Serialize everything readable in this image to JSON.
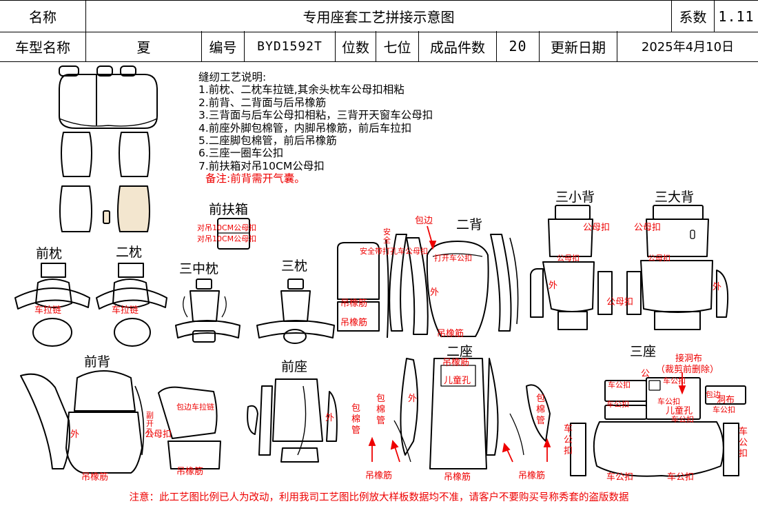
{
  "header": {
    "row1": {
      "name_label": "名称",
      "title": "专用座套工艺拼接示意图",
      "coef_label": "系数",
      "coef_value": "1.11"
    },
    "row2": {
      "model_label": "车型名称",
      "model_value": "夏",
      "code_label": "编号",
      "code_value": "BYD1592T",
      "seat_label": "位数",
      "seat_value": "七位",
      "pieces_label": "成品件数",
      "pieces_value": "20",
      "date_label": "更新日期",
      "date_value": "2025年4月10日"
    }
  },
  "instructions": {
    "heading": "缝纫工艺说明:",
    "lines": [
      "1.前枕、二枕车拉链,其余头枕车公母扣相粘",
      "2.前背、二背面与后吊橡筋",
      "3.三背面与后车公母扣相粘，三背开天窗车公母扣",
      "4.前座外脚包棉管，内脚吊橡筋，前后车拉扣",
      "5.二座脚包棉管，前后吊橡筋",
      "6.三座一圈车公扣",
      "7.前扶箱对吊10CM公母扣"
    ],
    "note": "备注:前背需开气囊。"
  },
  "section_titles": {
    "front_console": "前扶箱",
    "front_pillow": "前枕",
    "second_pillow": "二枕",
    "third_mid_pillow": "三中枕",
    "third_pillow": "三枕",
    "second_back": "二背",
    "third_small_back": "三小背",
    "third_big_back": "三大背",
    "front_back": "前背",
    "front_seat": "前座",
    "second_seat": "二座",
    "third_seat": "三座"
  },
  "annotations": {
    "console_1": "对吊10CM公母扣",
    "console_2": "对吊10CM公母扣",
    "zipper_1": "车拉链",
    "zipper_2": "车拉链",
    "edge_top": "包边",
    "seatbelt_v1": "安",
    "seatbelt_v2": "全",
    "seatbelt_slot": "安全带打孔车公母扣",
    "window": "打开车公扣",
    "rubber_1": "吊橡筋",
    "rubber_2": "吊橡筋",
    "rubber_3": "吊橡筋",
    "outer_1": "外",
    "outer_2": "外",
    "outer_3": "外",
    "outer_4": "外",
    "outer_5": "外",
    "outer_6": "外",
    "male_female_1": "公母扣",
    "male_female_2": "公母扣",
    "male_female_3": "公母扣",
    "male_female_4": "公母扣",
    "male_female_5": "公母扣",
    "male_female_6": "公母扣",
    "airbag_1": "副",
    "airbag_2": "开",
    "airbag_3": "孔",
    "edge_zipper": "包边车拉链",
    "rubber_4": "吊橡筋",
    "rubber_5": "吊橡筋",
    "cotton_pipe_1": "包",
    "cotton_pipe_2": "棉",
    "cotton_pipe_3": "管",
    "second_top": "吊橡筋",
    "child_hole_1": "儿童孔",
    "cotton_pipe_4": "包",
    "cotton_pipe_5": "棉",
    "cotton_pipe_6": "管",
    "cotton_pipe_7": "包",
    "cotton_pipe_8": "棉",
    "cotton_pipe_9": "管",
    "rubber_6": "吊橡筋",
    "rubber_7": "吊橡筋",
    "rubber_8": "吊橡筋",
    "join_cloth": "接洞布",
    "trim_note": "（裁剪前删除）",
    "male_1": "车公扣",
    "male_2": "车公扣",
    "male_3": "车公扣",
    "male_4": "车公扣",
    "male_5": "车公扣",
    "male_6": "车公扣",
    "male_7": "车公扣",
    "male_8": "车公扣",
    "child_hole_2": "儿童孔",
    "hole_cloth": "洞布",
    "edge_v": "包边",
    "gong_v": "公",
    "side_1": "车",
    "side_2": "公",
    "side_3": "扣",
    "side_4": "车",
    "side_5": "公",
    "side_6": "扣"
  },
  "footer": "注意：此工艺图比例已人为改动，利用我司工艺图比例放大样板数据均不准，请客户不要购买号称秀套的盗版数据"
}
